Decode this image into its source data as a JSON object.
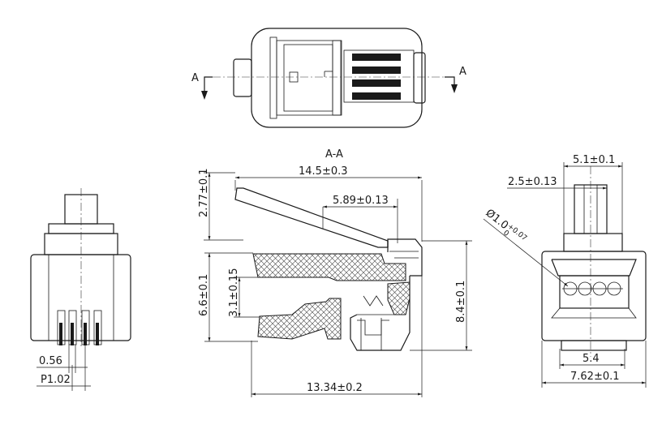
{
  "section_marks": {
    "left": "A",
    "right": "A",
    "section_title": "A-A"
  },
  "dimensions": {
    "overall_length": "14.5±0.3",
    "latch_height": "2.77±0.1",
    "latch_offset": "5.89±0.13",
    "body_height": "6.6±0.1",
    "contact_height": "3.1±0.15",
    "total_height": "8.4±0.1",
    "body_length": "13.34±0.2",
    "latch_width": "5.1±0.1",
    "latch_inner_width": "2.5±0.13",
    "hole_diameter": "Ø1.0",
    "hole_tol_upper": "+0.07",
    "hole_tol_lower": "0",
    "contact_span": "5.4",
    "body_width": "7.62±0.1",
    "contact_width": "0.56",
    "contact_pitch": "P1.02"
  }
}
